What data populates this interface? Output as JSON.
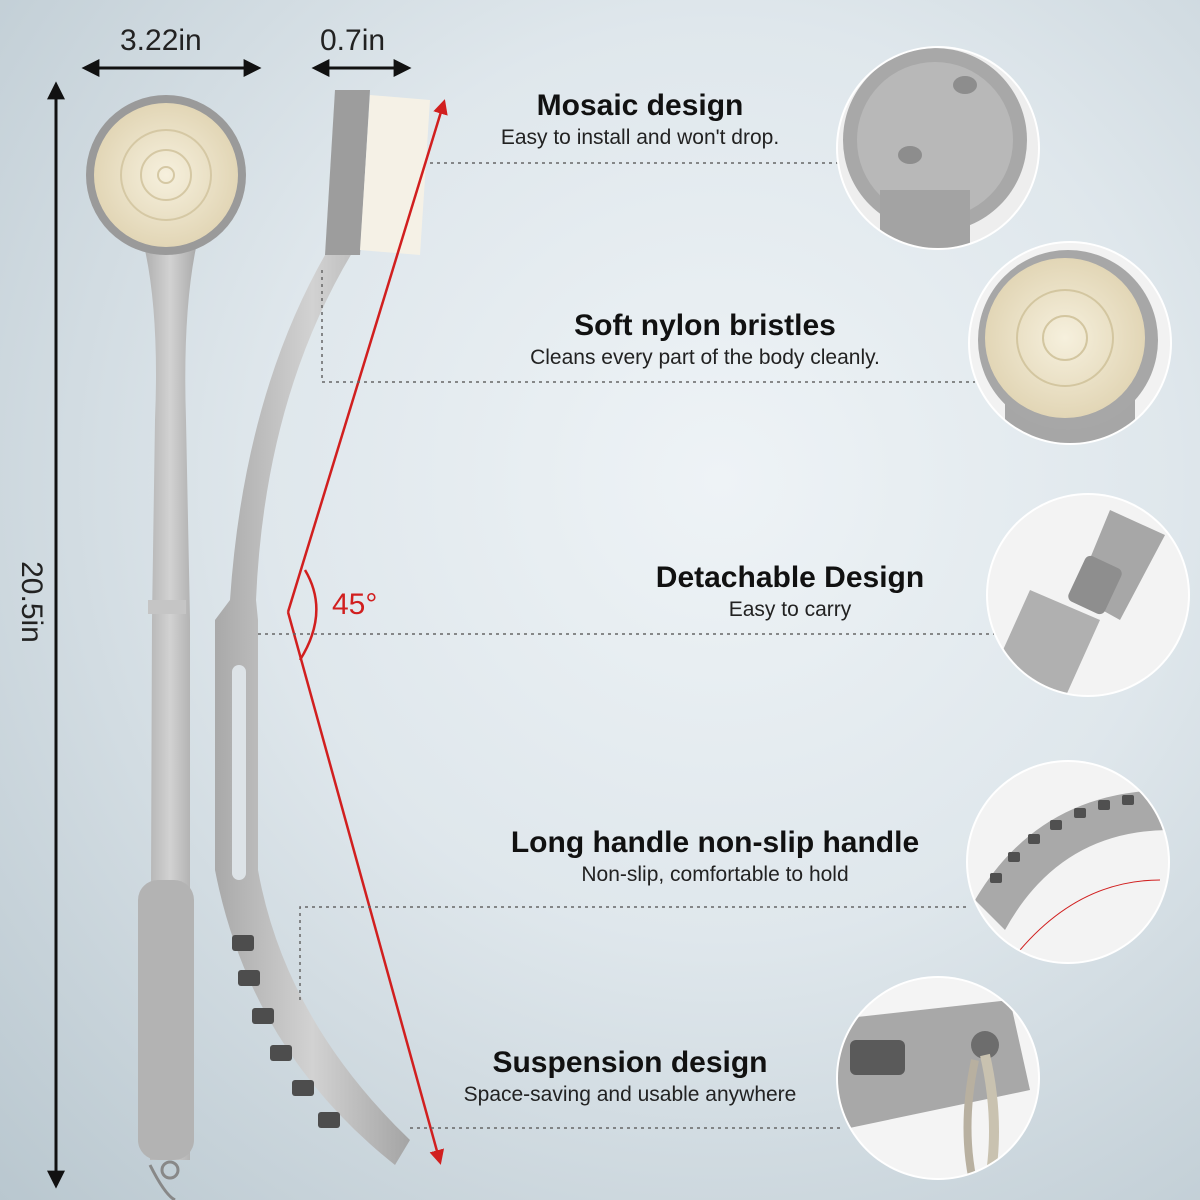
{
  "dimensions": {
    "width_label": "3.22in",
    "thickness_label": "0.7in",
    "length_label": "20.5in",
    "angle_label": "45°"
  },
  "features": [
    {
      "title": "Mosaic design",
      "desc": "Easy to install and won't drop."
    },
    {
      "title": "Soft nylon bristles",
      "desc": "Cleans every part of the body cleanly."
    },
    {
      "title": "Detachable Design",
      "desc": "Easy to carry"
    },
    {
      "title": "Long handle non-slip handle",
      "desc": "Non-slip, comfortable to hold"
    },
    {
      "title": "Suspension design",
      "desc": "Space-saving and usable anywhere"
    }
  ],
  "colors": {
    "brush_body": "#b8b8b8",
    "bristles": "#efe6cf",
    "angle_accent": "#d11f1f"
  }
}
